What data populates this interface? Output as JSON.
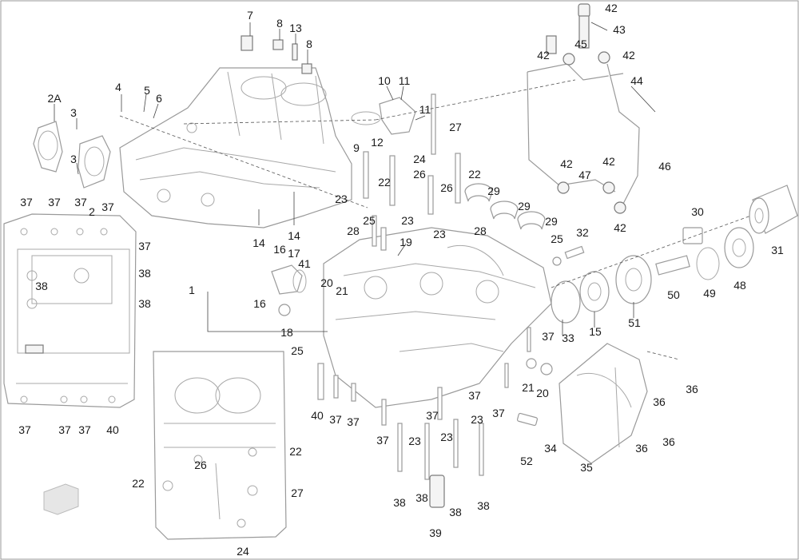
{
  "diagram": {
    "callouts": {
      "c1": "1",
      "c2": "2",
      "c2a": "2A",
      "c3a": "3",
      "c3b": "3",
      "c4": "4",
      "c5": "5",
      "c6": "6",
      "c7": "7",
      "c8a": "8",
      "c8b": "8",
      "c9": "9",
      "c10": "10",
      "c11a": "11",
      "c11b": "11",
      "c12": "12",
      "c13": "13",
      "c14a": "14",
      "c14b": "14",
      "c15": "15",
      "c16a": "16",
      "c16b": "16",
      "c17": "17",
      "c18": "18",
      "c19": "19",
      "c20a": "20",
      "c20b": "20",
      "c21a": "21",
      "c21b": "21",
      "c22a": "22",
      "c22b": "22",
      "c22c": "22",
      "c22d": "22",
      "c23a": "23",
      "c23b": "23",
      "c23c": "23",
      "c23d": "23",
      "c23e": "23",
      "c23f": "23",
      "c24a": "24",
      "c24b": "24",
      "c25a": "25",
      "c25b": "25",
      "c25c": "25",
      "c26a": "26",
      "c26b": "26",
      "c26c": "26",
      "c27a": "27",
      "c27b": "27",
      "c28a": "28",
      "c28b": "28",
      "c29a": "29",
      "c29b": "29",
      "c29c": "29",
      "c30": "30",
      "c31": "31",
      "c32": "32",
      "c33": "33",
      "c34": "34",
      "c35": "35",
      "c36a": "36",
      "c36b": "36",
      "c36c": "36",
      "c36d": "36",
      "c37a": "37",
      "c37b": "37",
      "c37c": "37",
      "c37d": "37",
      "c37e": "37",
      "c37f": "37",
      "c37g": "37",
      "c37h": "37",
      "c37i": "37",
      "c37j": "37",
      "c37k": "37",
      "c37l": "37",
      "c37m": "37",
      "c37n": "37",
      "c38a": "38",
      "c38b": "38",
      "c38c": "38",
      "c38d": "38",
      "c38e": "38",
      "c38f": "38",
      "c38g": "38",
      "c39": "39",
      "c40a": "40",
      "c40b": "40",
      "c41": "41",
      "c42a": "42",
      "c42b": "42",
      "c42c": "42",
      "c42d": "42",
      "c42e": "42",
      "c42f": "42",
      "c43": "43",
      "c44": "44",
      "c45": "45",
      "c46": "46",
      "c47": "47",
      "c48": "48",
      "c49": "49",
      "c50": "50",
      "c51": "51",
      "c52": "52"
    }
  }
}
